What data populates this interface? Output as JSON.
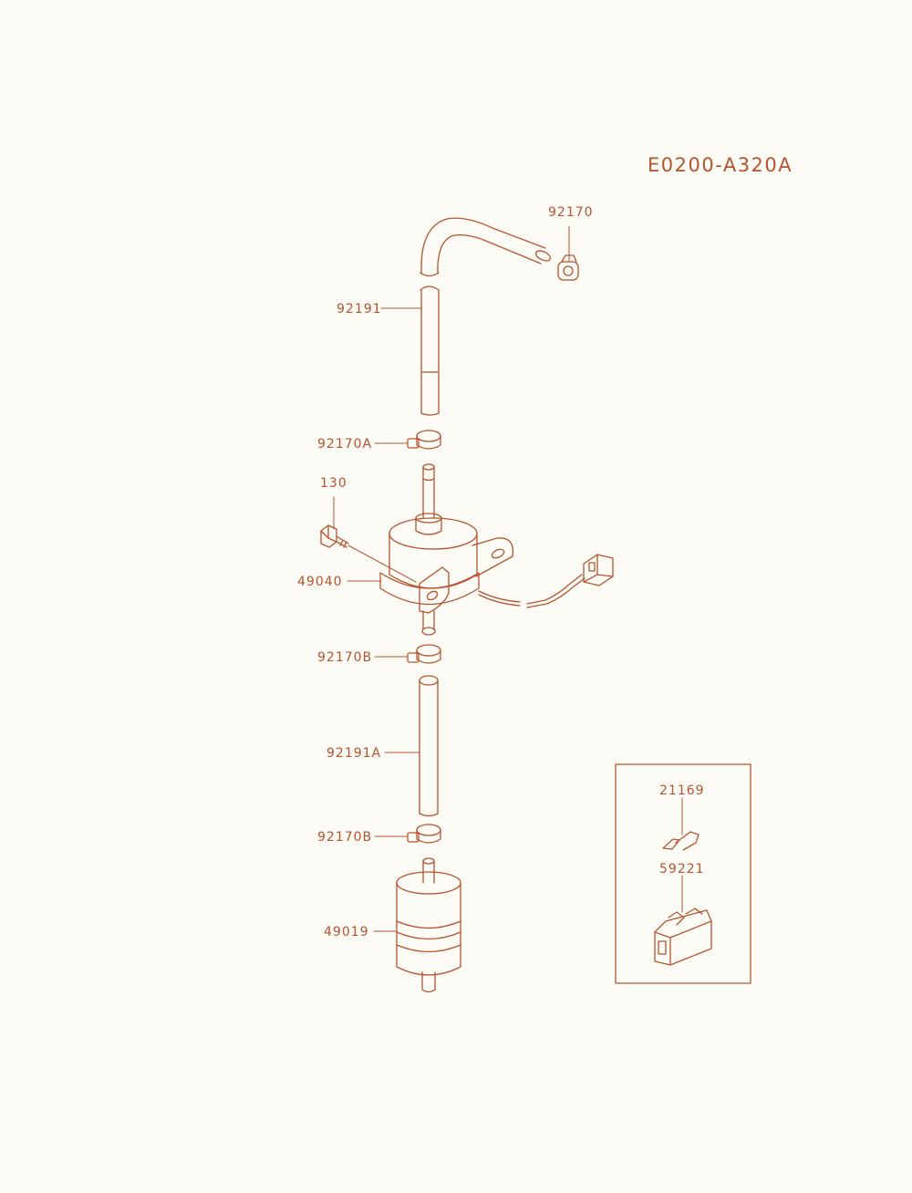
{
  "colors": {
    "ink": "#b5542e",
    "paper": "#fcfbf6"
  },
  "diagram_code": "E0200-A320A",
  "parts": {
    "hose_clamp_top": "92170",
    "hose_upper": "92191",
    "clamp_a": "92170A",
    "bolt": "130",
    "fuel_pump": "49040",
    "clamp_b_upper": "92170B",
    "hose_lower": "92191A",
    "clamp_b_lower": "92170B",
    "fuel_filter": "49019",
    "terminal": "21169",
    "connector": "59221"
  }
}
